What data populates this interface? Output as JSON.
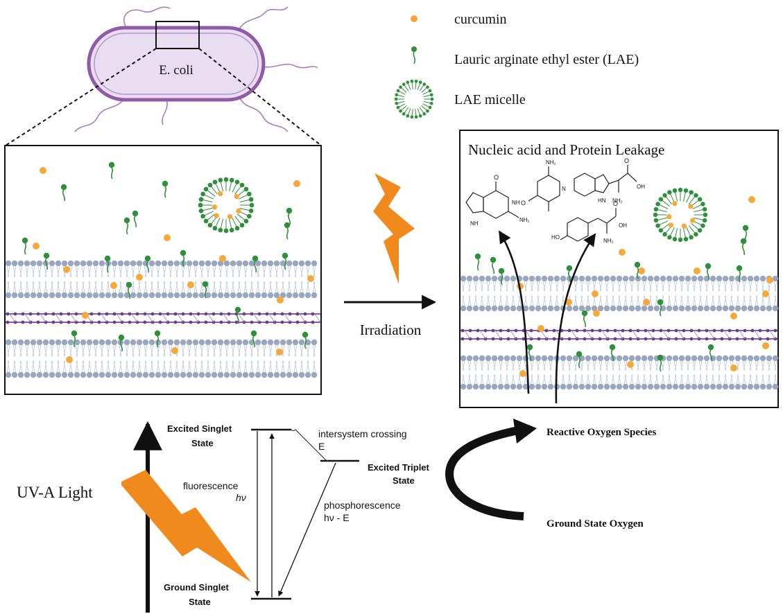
{
  "bacterium": {
    "label": "E. coli"
  },
  "legend": {
    "curcumin": "curcumin",
    "lae": "Lauric arginate ethyl ester (LAE)",
    "micelle": "LAE micelle"
  },
  "process": {
    "irradiation": "Irradiation"
  },
  "leakage": {
    "title": "Nucleic acid and Protein Leakage",
    "label_nh2": "NH₂",
    "label_nh": "NH",
    "label_n": "N",
    "label_o": "O",
    "label_oh": "OH",
    "label_ho": "HO",
    "label_hn": "HN"
  },
  "jablonski": {
    "light": "UV-A Light",
    "excited_singlet_1": "Excited Singlet",
    "excited_singlet_2": "State",
    "isc_1": "intersystem crossing",
    "isc_2": "E",
    "excited_triplet_1": "Excited Triplet",
    "excited_triplet_2": "State",
    "fluorescence_1": "fluorescence",
    "fluorescence_2": "hν",
    "phosphorescence_1": "phosphorescence",
    "phosphorescence_2": "hν - E",
    "ground_1": "Ground Singlet",
    "ground_2": "State"
  },
  "ros": {
    "reactive": "Reactive Oxygen Species",
    "ground": "Ground State Oxygen"
  },
  "colors": {
    "curcumin": "#f4a93a",
    "lae": "#2f8f3a",
    "membrane": "#98a6bf",
    "purple_layer": "#8b5aa8",
    "lightning": "#f08a1c",
    "cell": "#e9ddf2",
    "cell_border": "#8f5ba6"
  }
}
